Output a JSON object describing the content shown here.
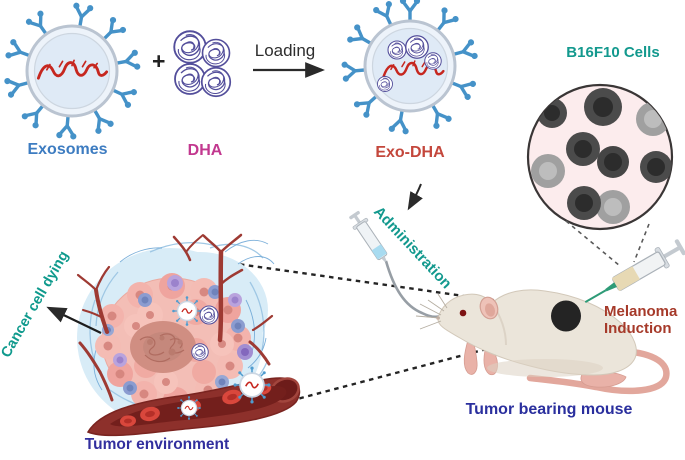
{
  "figure": {
    "background": "#ffffff",
    "workflow": {
      "exosome": {
        "label": "Exosomes",
        "label_color": "#3d7cc1"
      },
      "plus_sign": "+",
      "dha": {
        "label": "DHA",
        "label_color": "#c2388f"
      },
      "loading_arrow": {
        "label": "Loading",
        "label_color": "#2e2e2e"
      },
      "exo_dha": {
        "label": "Exo-DHA",
        "label_color": "#c4473c"
      }
    },
    "inset": {
      "label": "B16F10 Cells",
      "label_color": "#13998e"
    },
    "mouse_panel": {
      "administration": {
        "label": "Administration",
        "label_color": "#13998e"
      },
      "melanoma_induction": {
        "line1": "Melanoma",
        "line2": "Induction",
        "label_color": "#a63a2a"
      },
      "caption": {
        "label": "Tumor bearing mouse",
        "label_color": "#2a2f9e"
      }
    },
    "tumor_panel": {
      "caption": {
        "label": "Tumor environment",
        "label_color": "#322f9e"
      },
      "dying": {
        "label": "Cancer cell dying",
        "label_color": "#0f9a8d"
      }
    },
    "palette": {
      "receptor_blue": "#4592c8",
      "dha_ball_purple": "#534e9b",
      "rna_red": "#c6271f",
      "vessel_red": "#8d302b",
      "tumor_black": "#242424",
      "ecm_blue": "#d8ecf7",
      "needle_green": "#2e9b77"
    }
  }
}
